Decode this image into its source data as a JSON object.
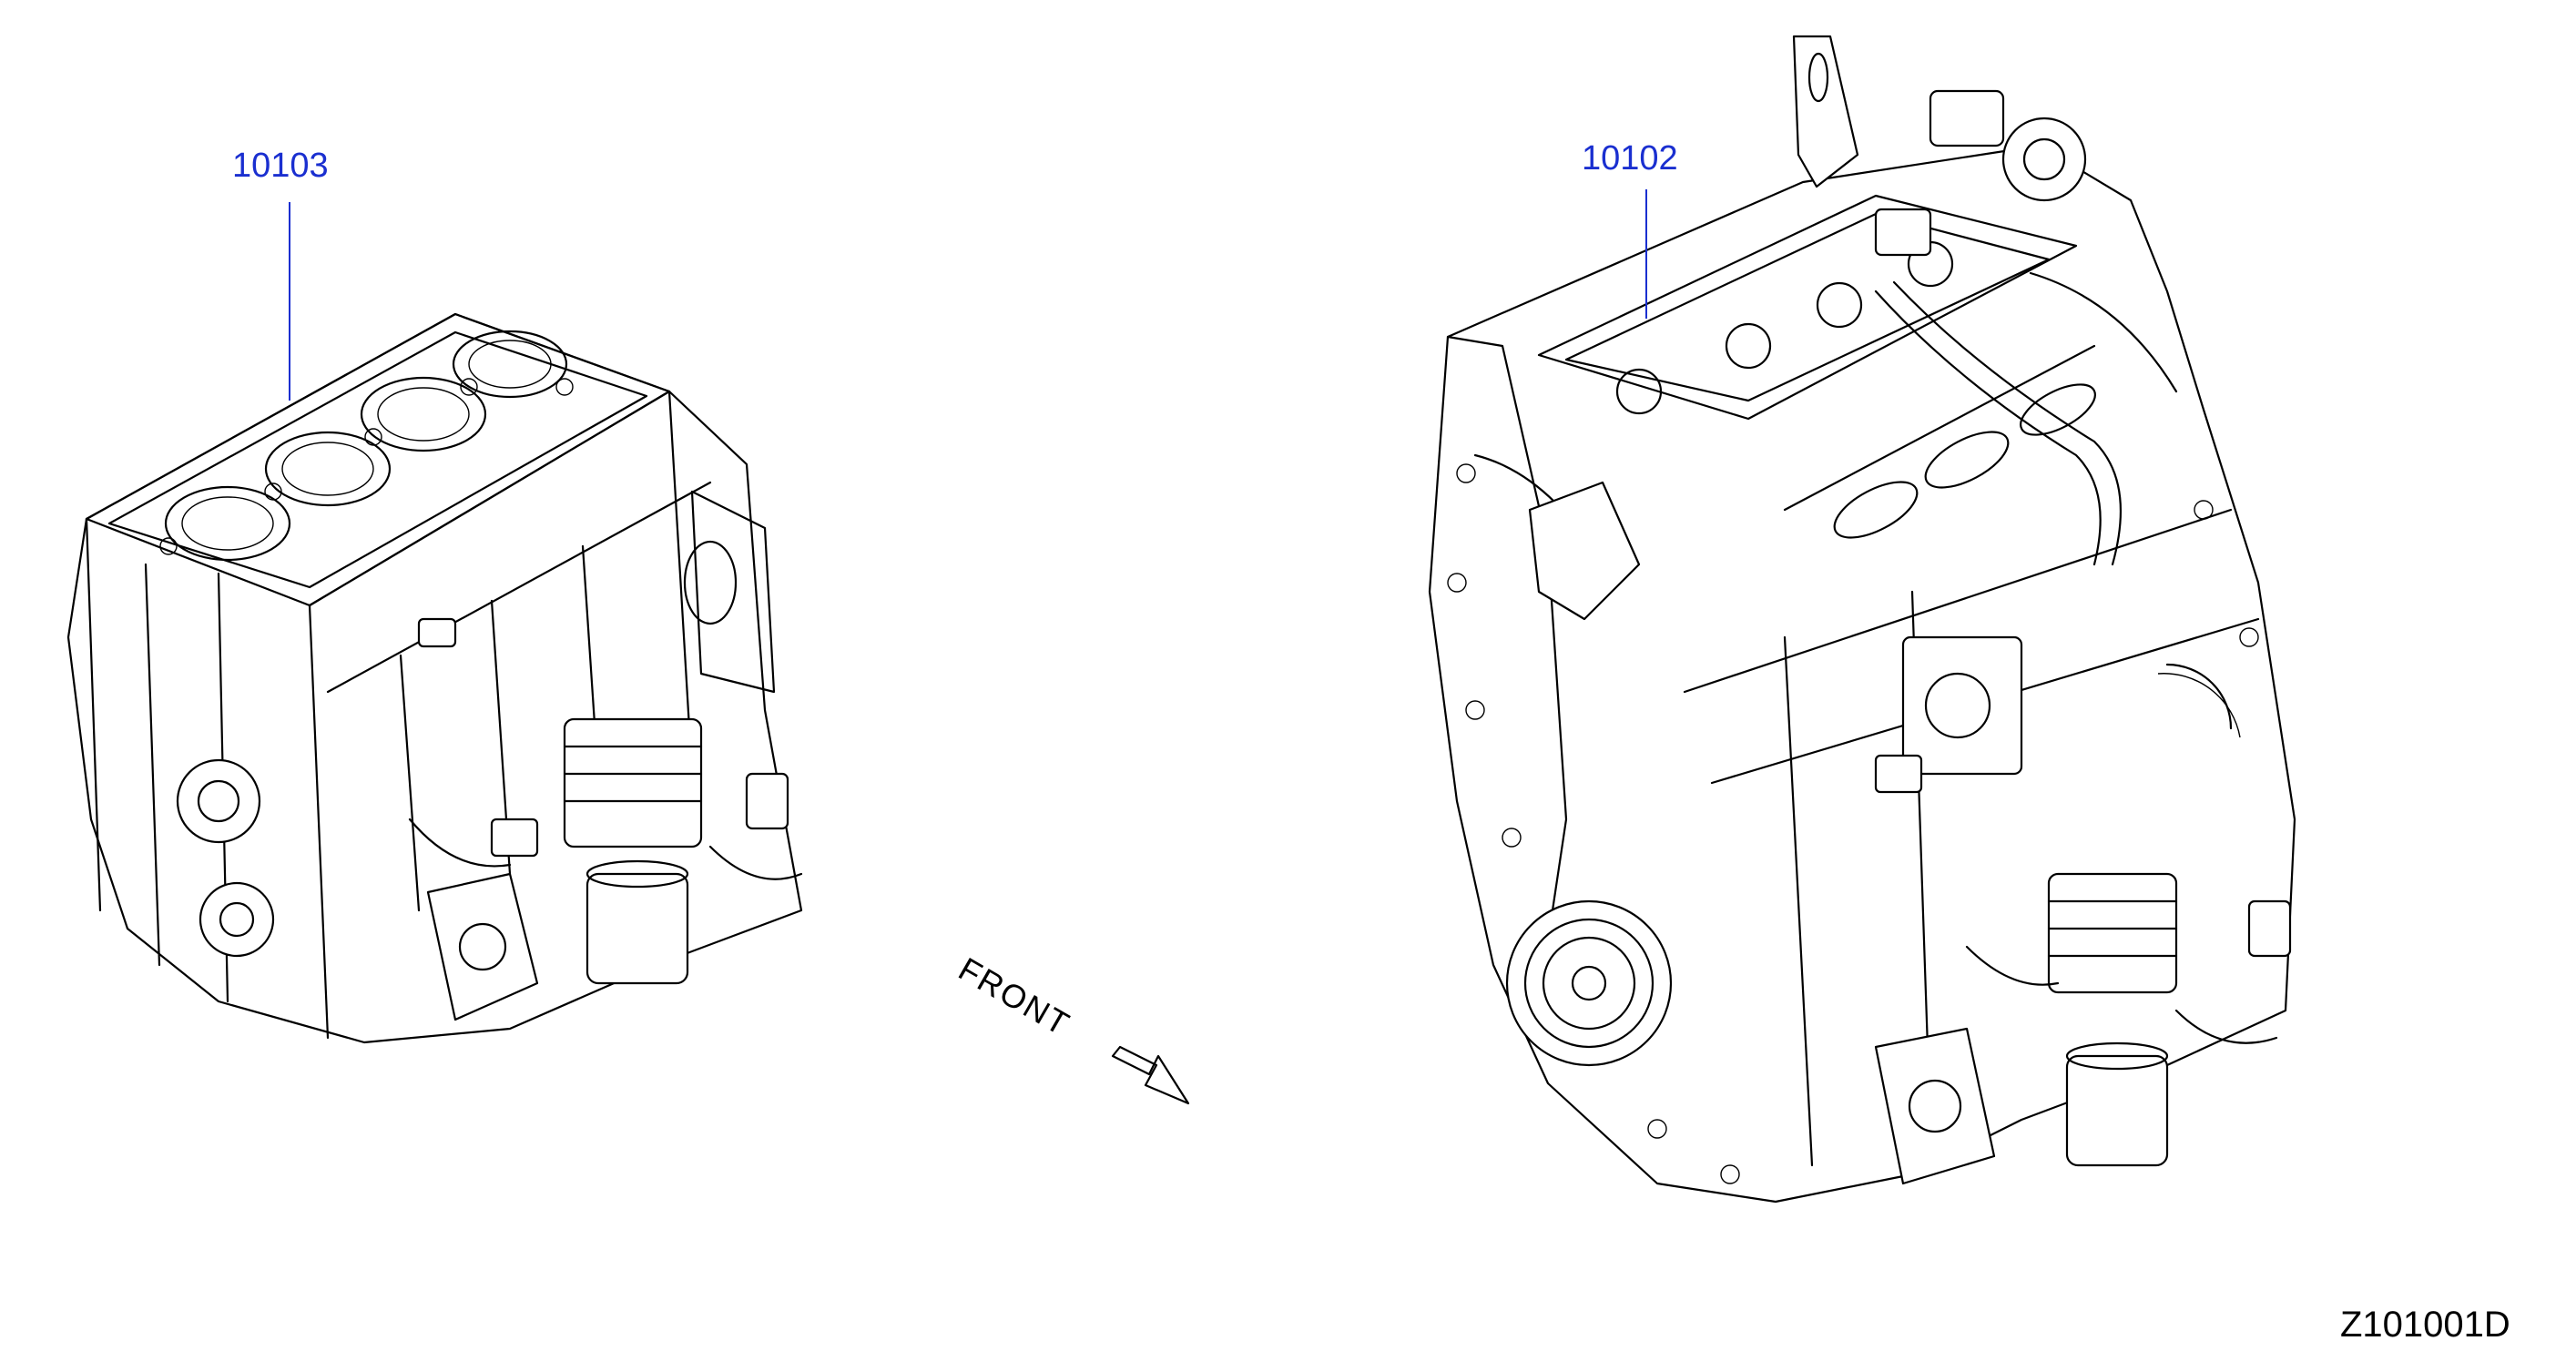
{
  "parts": [
    {
      "id": "short-block",
      "number": "10103"
    },
    {
      "id": "engine-assembly",
      "number": "10102"
    }
  ],
  "front_indicator": {
    "label": "FRONT"
  },
  "illustration_code": "Z101001D",
  "colors": {
    "callout": "#1a2fd0",
    "line": "#000000",
    "background": "#ffffff"
  }
}
